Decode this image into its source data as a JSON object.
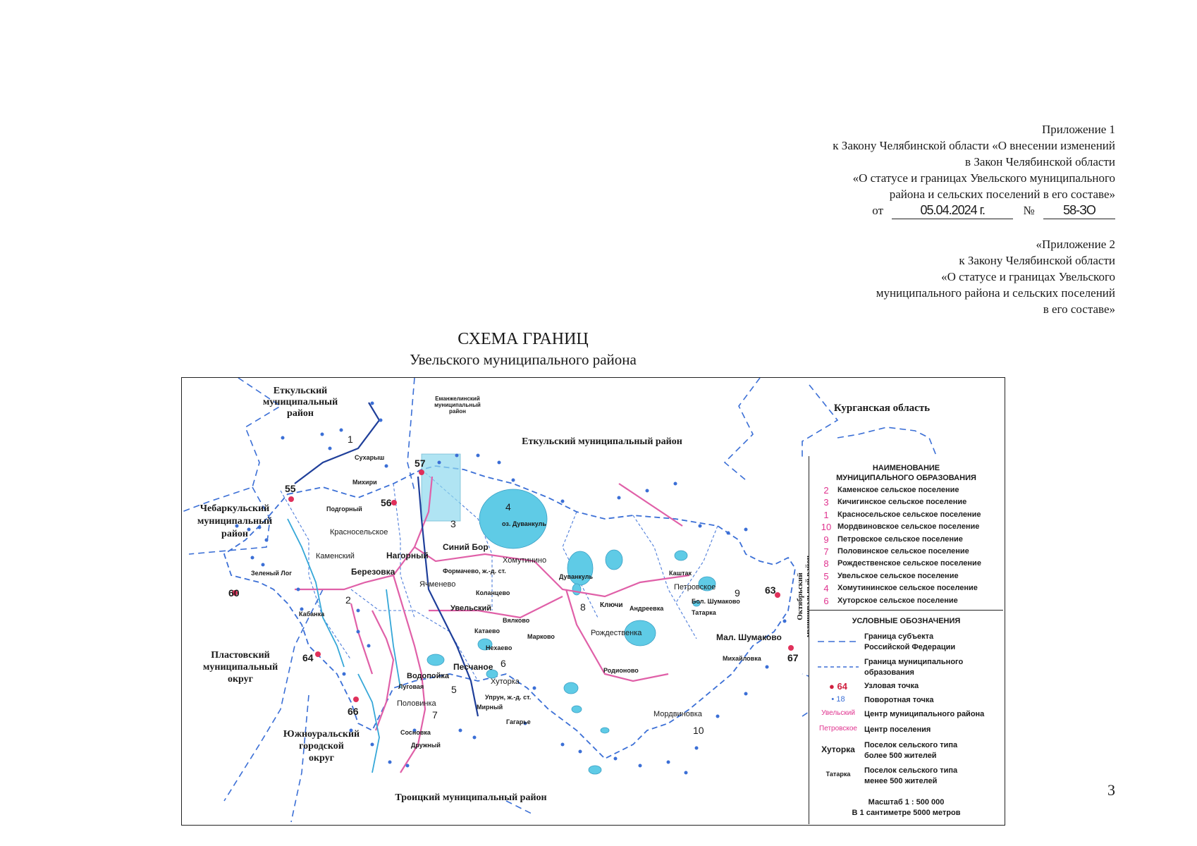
{
  "appendix1": {
    "lines": [
      "Приложение 1",
      "к Закону Челябинской области «О внесении изменений",
      "в Закон Челябинской области",
      "«О статусе и границах Увельского муниципального",
      "района и сельских поселений в его составе»"
    ],
    "from_label": "от",
    "date": "05.04.2024 г.",
    "number_label": "№",
    "number": "58-ЗО"
  },
  "appendix2": {
    "lines": [
      "«Приложение 2",
      "к Закону Челябинской области",
      "«О статусе и границах Увельского",
      "муниципального района и сельских поселений",
      "в его составе»"
    ]
  },
  "title": {
    "line1": "СХЕМА ГРАНИЦ",
    "line2": "Увельского муниципального района"
  },
  "page_number": "3",
  "map": {
    "neighbors": {
      "etkul_top": [
        "Еткульский",
        "муниципальный",
        "район"
      ],
      "emanzhelinsk": [
        "Еманжелинский",
        "муниципальный",
        "район"
      ],
      "etkul_main": "Еткульский муниципальный район",
      "kurgan": "Курганская область",
      "chebarkul": [
        "Чебаркульский",
        "муниципальный",
        "район"
      ],
      "plast": [
        "Пластовский",
        "муниципальный",
        "округ"
      ],
      "yuzhnouralsk": [
        "Южноуральский",
        "городской",
        "округ"
      ],
      "troitsk": "Троицкий муниципальный район",
      "oktyabrsky": [
        "Октябрьский",
        "муниципальный район"
      ]
    },
    "node_points": [
      "55",
      "56",
      "57",
      "60",
      "63",
      "64",
      "66",
      "67"
    ],
    "settlements": [
      "Сухарыш",
      "Михири",
      "Подгорный",
      "Красносельское",
      "Каменский",
      "Зеленый Лог",
      "Березовка",
      "Нагорный",
      "Кабанка",
      "Синий Бор",
      "Формачево, ж.-д. ст.",
      "Ячменево",
      "Хомутинино",
      "Дуванкуль",
      "Коланцево",
      "Увельский",
      "Вялково",
      "Катаево",
      "Марково",
      "Ключи",
      "Андреевка",
      "Каштак",
      "Петровское",
      "Татарка",
      "Бол. Шумаково",
      "Мал. Шумаково",
      "Рождественка",
      "Нехаево",
      "Песчаное",
      "Хуторка",
      "Водопойка",
      "Луговая",
      "Половинка",
      "Упрун, ж.-д. ст.",
      "Мирный",
      "Гагарье",
      "Родионово",
      "Михайловка",
      "Мордвиновка",
      "Сосновка",
      "Дружный"
    ],
    "lake": "оз. Дуванкуль",
    "district_numbers": [
      "1",
      "2",
      "3",
      "4",
      "5",
      "6",
      "7",
      "8",
      "9",
      "10"
    ],
    "colors": {
      "boundary": "#3b6fd6",
      "road": "#e060a8",
      "water": "#5fcbe6",
      "node": "#e0305a",
      "district_number": "#e0338f"
    }
  },
  "legend": {
    "header1": "НАИМЕНОВАНИЕ",
    "header2": "МУНИЦИПАЛЬНОГО ОБРАЗОВАНИЯ",
    "entries": [
      {
        "num": "2",
        "name": "Каменское сельское поселение"
      },
      {
        "num": "3",
        "name": "Кичигинское сельское поселение"
      },
      {
        "num": "1",
        "name": "Красносельское сельское поселение"
      },
      {
        "num": "10",
        "name": "Мордвиновское сельское поселение"
      },
      {
        "num": "9",
        "name": "Петровское сельское поселение"
      },
      {
        "num": "7",
        "name": "Половинское сельское поселение"
      },
      {
        "num": "8",
        "name": "Рождественское сельское поселение"
      },
      {
        "num": "5",
        "name": "Увельское сельское поселение"
      },
      {
        "num": "4",
        "name": "Хомутининское сельское поселение"
      },
      {
        "num": "6",
        "name": "Хуторское сельское поселение"
      }
    ],
    "symbols_header": "УСЛОВНЫЕ ОБОЗНАЧЕНИЯ",
    "symbols": {
      "subject_border": [
        "Граница субъекта",
        "Российской Федерации"
      ],
      "municipal_border": [
        "Граница муниципального",
        "образования"
      ],
      "node_sample": "64",
      "node_label": "Узловая точка",
      "turn_sample": "18",
      "turn_label": "Поворотная точка",
      "district_center_sample": "Увельский",
      "district_center_label": "Центр муниципального района",
      "settlement_center_sample": "Петровское",
      "settlement_center_label": "Центр поселения",
      "big_village_sample": "Хуторка",
      "big_village_label": [
        "Поселок сельского типа",
        "более 500 жителей"
      ],
      "small_village_sample": "Татарка",
      "small_village_label": [
        "Поселок сельского типа",
        "менее 500 жителей"
      ]
    },
    "scale": [
      "Масштаб 1 : 500 000",
      "В 1 сантиметре 5000 метров"
    ]
  }
}
